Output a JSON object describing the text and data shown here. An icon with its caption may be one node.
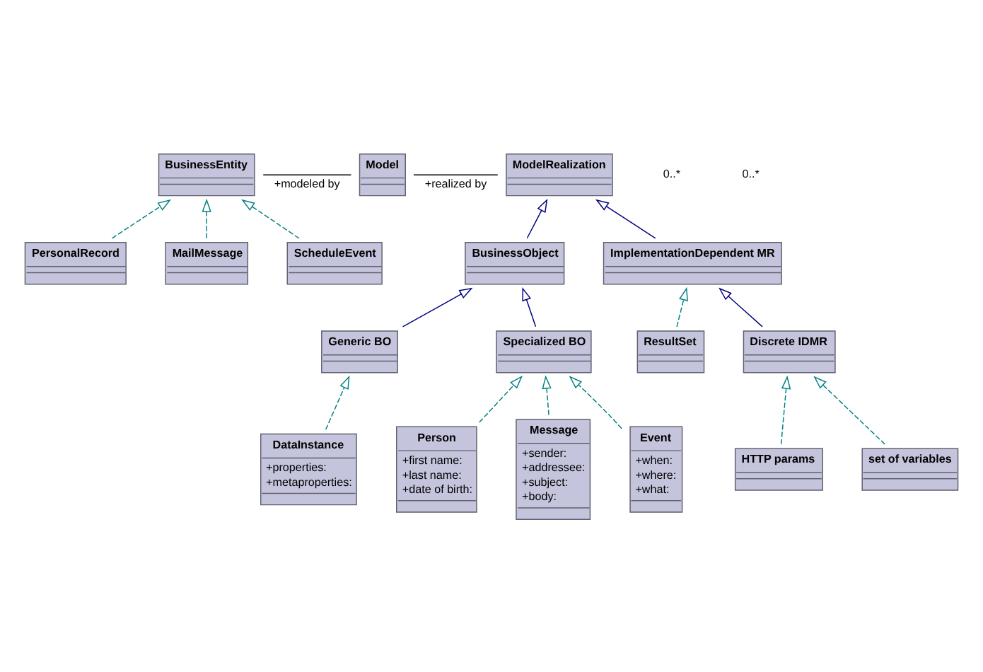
{
  "diagram": {
    "nodes": [
      {
        "text": [
          "BusinessEntity"
        ]
      },
      {
        "text": [
          "Model"
        ]
      },
      {
        "text": [
          "ModelRealization"
        ]
      },
      {
        "text": [
          "PersonalRecord"
        ]
      },
      {
        "text": [
          "MailMessage"
        ]
      },
      {
        "text": [
          "ScheduleEvent"
        ]
      },
      {
        "text": [
          "BusinessObject"
        ]
      },
      {
        "text": [
          "ImplementationDependent MR"
        ]
      },
      {
        "text": [
          "Generic BO"
        ]
      },
      {
        "text": [
          "Specialized BO"
        ]
      },
      {
        "text": [
          "ResultSet"
        ]
      },
      {
        "text": [
          "Discrete IDMR"
        ]
      },
      {
        "text": [
          "DataInstance",
          "+properties:",
          "+metaproperties:"
        ]
      },
      {
        "text": [
          "Person",
          "+first name:",
          "+last name:",
          "+date of birth:"
        ]
      },
      {
        "text": [
          "Message",
          "+sender:",
          "+addressee:",
          "+subject:",
          "+body:"
        ]
      },
      {
        "text": [
          "Event",
          "+when:",
          "+where:",
          "+what:"
        ]
      },
      {
        "text": [
          "HTTP params"
        ]
      },
      {
        "text": [
          "set of variables"
        ]
      }
    ],
    "edges": [
      {
        "from": 0,
        "to": 1,
        "arrow": "none",
        "label": "+modeled by",
        "color": "#000000"
      },
      {
        "from": 1,
        "to": 2,
        "arrow": "none",
        "label": "+realized by",
        "color": "#000000"
      },
      {
        "from": 3,
        "to": 0,
        "arrow": "to",
        "style": "dashed",
        "color": "#008080"
      },
      {
        "from": 4,
        "to": 0,
        "arrow": "to",
        "style": "dashed",
        "color": "#008080"
      },
      {
        "from": 5,
        "to": 0,
        "arrow": "to",
        "style": "dashed",
        "color": "#008080"
      },
      {
        "from": 6,
        "to": 2,
        "arrow": "to",
        "color": "#000080"
      },
      {
        "from": 7,
        "to": 2,
        "arrow": "to",
        "color": "#000080"
      },
      {
        "from": 8,
        "to": 6,
        "arrow": "to",
        "color": "#000080"
      },
      {
        "from": 9,
        "to": 6,
        "arrow": "to",
        "color": "#000080"
      },
      {
        "from": 10,
        "to": 7,
        "arrow": "to",
        "style": "dashed",
        "color": "#008080"
      },
      {
        "from": 11,
        "to": 7,
        "arrow": "to",
        "color": "#000080"
      },
      {
        "from": 12,
        "to": 8,
        "arrow": "to",
        "style": "dashed",
        "color": "#008080"
      },
      {
        "from": 13,
        "to": 9,
        "arrow": "to",
        "style": "dashed",
        "color": "#008080"
      },
      {
        "from": 14,
        "to": 9,
        "arrow": "to",
        "style": "dashed",
        "color": "#008080"
      },
      {
        "from": 15,
        "to": 9,
        "arrow": "to",
        "style": "dashed",
        "color": "#008080"
      },
      {
        "from": 16,
        "to": 11,
        "arrow": "to",
        "style": "dashed",
        "color": "#008080"
      },
      {
        "from": 17,
        "to": 11,
        "arrow": "to",
        "style": "dashed",
        "color": "#008080"
      }
    ],
    "labels": [
      "0..*",
      "0..*"
    ]
  }
}
